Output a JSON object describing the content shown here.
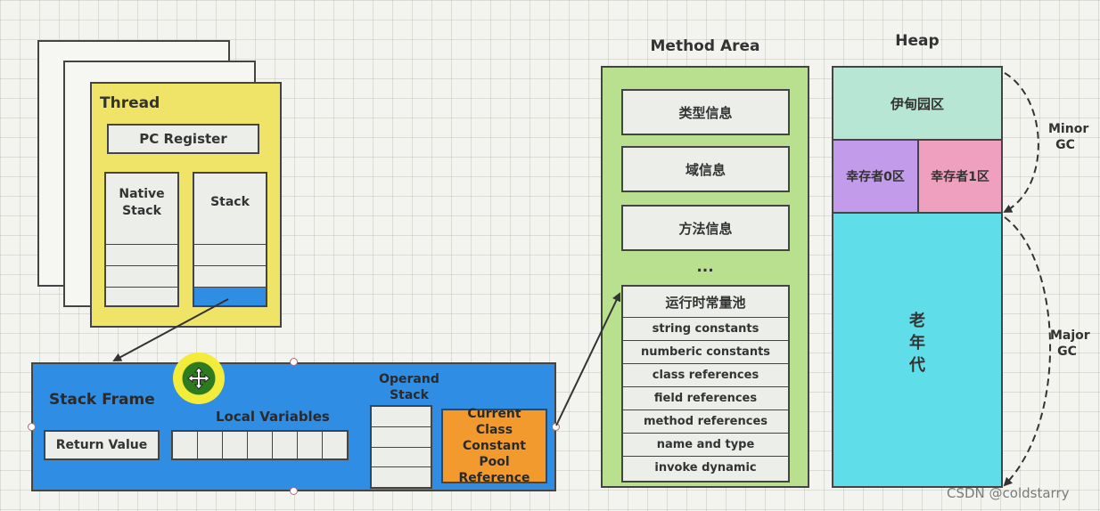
{
  "thread": {
    "title": "Thread",
    "pc_register": "PC Register",
    "native_stack": "Native Stack",
    "stack": "Stack"
  },
  "stack_frame": {
    "title": "Stack Frame",
    "local_variables": "Local Variables",
    "operand_stack": "Operand Stack",
    "return_value": "Return Value",
    "current_class_ref": "Current Class Constant Pool Reference"
  },
  "method_area": {
    "title": "Method Area",
    "items": [
      "类型信息",
      "域信息",
      "方法信息"
    ],
    "ellipsis": "...",
    "pool_title": "运行时常量池",
    "pool_items": [
      "string constants",
      "numberic constants",
      "class references",
      "field references",
      "method references",
      "name and type",
      "invoke dynamic"
    ]
  },
  "heap": {
    "title": "Heap",
    "eden": "伊甸园区",
    "s0": "幸存者0区",
    "s1": "幸存者1区",
    "old": "老年代",
    "minor_gc": "Minor GC",
    "major_gc": "Major GC"
  },
  "watermark": "CSDN @coldstarry",
  "colors": {
    "thread_yellow": "#f0e468",
    "frame_blue": "#2f8de4",
    "ref_orange": "#f39a2e",
    "method_green": "#b9e08e",
    "eden": "#b8e6d5",
    "s0": "#c29bea",
    "s1": "#f0a0bf",
    "old": "#5fdde9",
    "cursor_green": "#2e7a1e",
    "cursor_yellow": "#f4ec3a"
  }
}
